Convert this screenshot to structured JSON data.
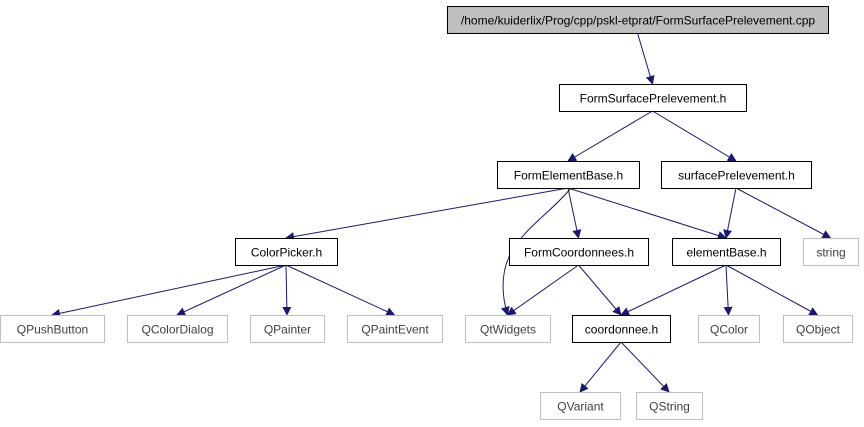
{
  "diagram": {
    "colors": {
      "edge": "#191970",
      "root_fill": "#bfbfbf",
      "header_border": "#000000",
      "system_border": "#bfbfbf",
      "system_text": "#404040",
      "text": "#000000"
    },
    "nodes": [
      {
        "id": "root",
        "label": "/home/kuiderlix/Prog/cpp/pskl-etprat/FormSurfacePrelevement.cpp",
        "kind": "root"
      },
      {
        "id": "fsp_h",
        "label": "FormSurfacePrelevement.h",
        "kind": "header"
      },
      {
        "id": "feb_h",
        "label": "FormElementBase.h",
        "kind": "header"
      },
      {
        "id": "sp_h",
        "label": "surfacePrelevement.h",
        "kind": "header"
      },
      {
        "id": "cp_h",
        "label": "ColorPicker.h",
        "kind": "header"
      },
      {
        "id": "fc_h",
        "label": "FormCoordonnees.h",
        "kind": "header"
      },
      {
        "id": "eb_h",
        "label": "elementBase.h",
        "kind": "header"
      },
      {
        "id": "string",
        "label": "string",
        "kind": "system"
      },
      {
        "id": "qpushbutton",
        "label": "QPushButton",
        "kind": "system"
      },
      {
        "id": "qcolordialog",
        "label": "QColorDialog",
        "kind": "system"
      },
      {
        "id": "qpainter",
        "label": "QPainter",
        "kind": "system"
      },
      {
        "id": "qpaintevent",
        "label": "QPaintEvent",
        "kind": "system"
      },
      {
        "id": "qtwidgets",
        "label": "QtWidgets",
        "kind": "system"
      },
      {
        "id": "coord_h",
        "label": "coordonnee.h",
        "kind": "header"
      },
      {
        "id": "qcolor",
        "label": "QColor",
        "kind": "system"
      },
      {
        "id": "qobject",
        "label": "QObject",
        "kind": "system"
      },
      {
        "id": "qvariant",
        "label": "QVariant",
        "kind": "system"
      },
      {
        "id": "qstring",
        "label": "QString",
        "kind": "system"
      }
    ],
    "edges": [
      {
        "from": "root",
        "to": "fsp_h"
      },
      {
        "from": "fsp_h",
        "to": "feb_h"
      },
      {
        "from": "fsp_h",
        "to": "sp_h"
      },
      {
        "from": "feb_h",
        "to": "cp_h"
      },
      {
        "from": "feb_h",
        "to": "qtwidgets"
      },
      {
        "from": "feb_h",
        "to": "fc_h"
      },
      {
        "from": "feb_h",
        "to": "eb_h"
      },
      {
        "from": "sp_h",
        "to": "eb_h"
      },
      {
        "from": "sp_h",
        "to": "string"
      },
      {
        "from": "cp_h",
        "to": "qpushbutton"
      },
      {
        "from": "cp_h",
        "to": "qcolordialog"
      },
      {
        "from": "cp_h",
        "to": "qpainter"
      },
      {
        "from": "cp_h",
        "to": "qpaintevent"
      },
      {
        "from": "fc_h",
        "to": "qtwidgets"
      },
      {
        "from": "fc_h",
        "to": "coord_h"
      },
      {
        "from": "eb_h",
        "to": "coord_h"
      },
      {
        "from": "eb_h",
        "to": "qcolor"
      },
      {
        "from": "eb_h",
        "to": "qobject"
      },
      {
        "from": "coord_h",
        "to": "qvariant"
      },
      {
        "from": "coord_h",
        "to": "qstring"
      }
    ]
  }
}
